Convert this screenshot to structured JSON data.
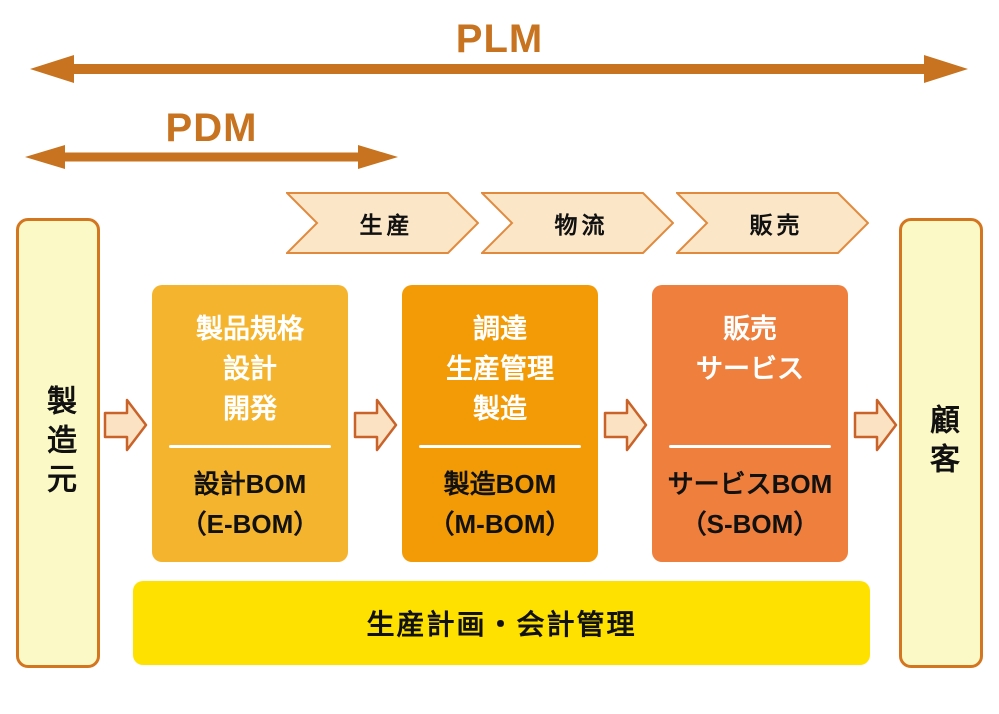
{
  "diagram": {
    "plm": {
      "label": "PLM"
    },
    "pdm": {
      "label": "PDM"
    },
    "flow_chevrons": [
      {
        "label": "生産"
      },
      {
        "label": "物流"
      },
      {
        "label": "販売"
      }
    ],
    "left_column": {
      "label": "製造元"
    },
    "right_column": {
      "label": "顧客"
    },
    "process_boxes": [
      {
        "phase_lines": [
          "製品規格",
          "設計",
          "開発"
        ],
        "bom_lines": [
          "設計BOM",
          "（E-BOM）"
        ],
        "color": "#f5b42e"
      },
      {
        "phase_lines": [
          "調達",
          "生産管理",
          "製造"
        ],
        "bom_lines": [
          "製造BOM",
          "（M-BOM）"
        ],
        "color": "#f29b07"
      },
      {
        "phase_lines": [
          "販売",
          "サービス"
        ],
        "bom_lines": [
          "サービスBOM",
          "（S-BOM）"
        ],
        "color": "#ef7f3d"
      }
    ],
    "bottom_bar": {
      "label": "生産計画・会計管理",
      "color": "#ffe100"
    },
    "colors": {
      "range_arrow": "#c7731f",
      "chevron_fill": "#fbe6c8",
      "chevron_border": "#e18a3e",
      "column_fill": "#fbfac6",
      "column_border": "#d4751f",
      "small_arrow_fill": "#fbe2c3",
      "small_arrow_border": "#c9632a",
      "bottom_bar_fill": "#ffe100"
    }
  }
}
